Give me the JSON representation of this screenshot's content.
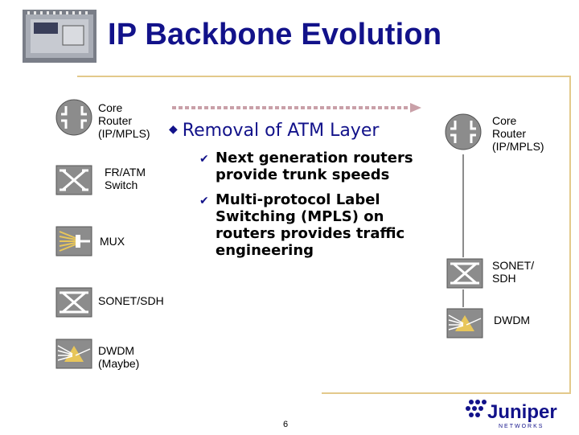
{
  "slide": {
    "title": "IP Backbone Evolution",
    "page_number": "6"
  },
  "left_stack": [
    {
      "label": "Core\nRouter\n(IP/MPLS)",
      "icon": "router-icon"
    },
    {
      "label": "FR/ATM\nSwitch",
      "icon": "atm-switch-icon"
    },
    {
      "label": "MUX",
      "icon": "mux-icon"
    },
    {
      "label": "SONET/SDH",
      "icon": "sonet-icon"
    },
    {
      "label": "DWDM\n(Maybe)",
      "icon": "dwdm-icon"
    }
  ],
  "right_stack": [
    {
      "label": "Core\nRouter\n(IP/MPLS)",
      "icon": "router-icon"
    },
    {
      "label": "SONET/\nSDH",
      "icon": "sonet-icon"
    },
    {
      "label": "DWDM",
      "icon": "dwdm-icon"
    }
  ],
  "bullets": {
    "main": "Removal of ATM Layer",
    "sub": [
      "Next generation routers provide trunk speeds",
      "Multi-protocol Label Switching (MPLS) on routers provides traffic engineering"
    ]
  },
  "logo": {
    "text": "Juniper",
    "subtext": "NETWORKS"
  },
  "colors": {
    "title": "#12128a",
    "frame": "#e3c98b",
    "arrow": "#c9a0a8",
    "icon_gray": "#8c8c8c"
  }
}
